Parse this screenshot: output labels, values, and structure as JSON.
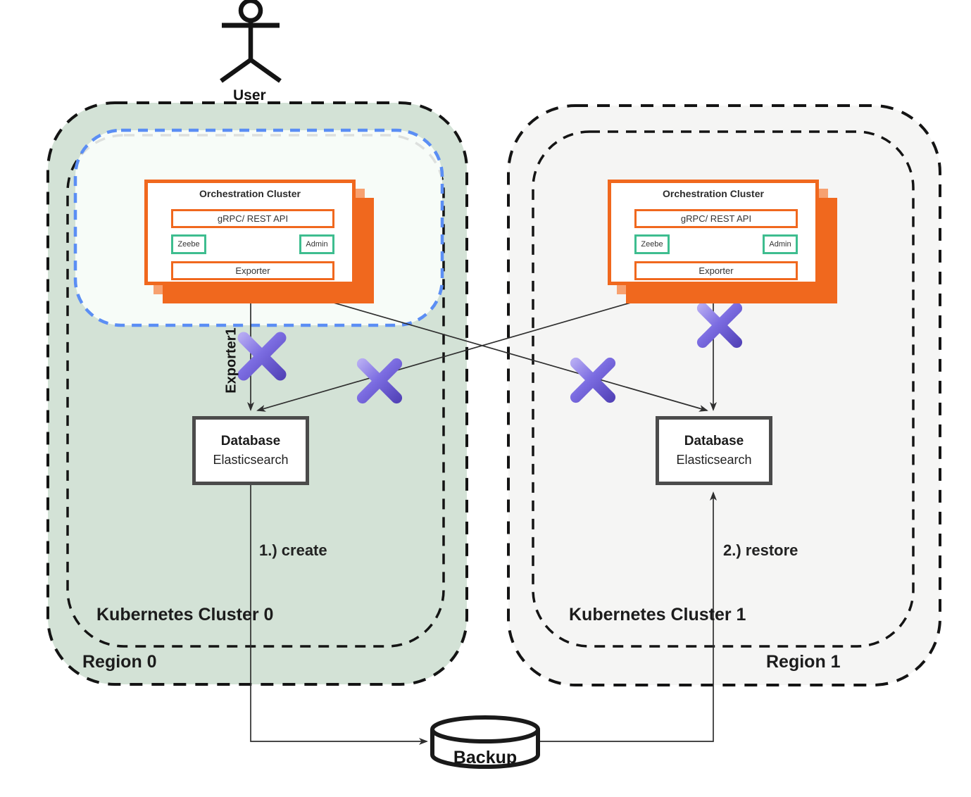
{
  "user": {
    "label": "User"
  },
  "regions": [
    {
      "name": "Region 0",
      "cluster": "Kubernetes Cluster 0"
    },
    {
      "name": "Region 1",
      "cluster": "Kubernetes Cluster 1"
    }
  ],
  "orchestration": {
    "title": "Orchestration Cluster",
    "api": "gRPC/ REST API",
    "zeebe": "Zeebe",
    "admin": "Admin",
    "exporter": "Exporter"
  },
  "database": {
    "title": "Database",
    "subtitle": "Elasticsearch"
  },
  "edges": {
    "exporter1": "Exporter1",
    "create": "1.) create",
    "restore": "2.) restore"
  },
  "backup": {
    "label": "Backup"
  },
  "colors": {
    "orange": "#f0681e",
    "orange_light": "#f7a170",
    "green_region_fill": "#d3e2d6",
    "gray_region_fill": "#f5f5f4",
    "blue_dash": "#5b8ef4",
    "teal_chip": "#3ebd8f",
    "purple_x": "#7b6ce1",
    "line": "#2f2f2f"
  }
}
